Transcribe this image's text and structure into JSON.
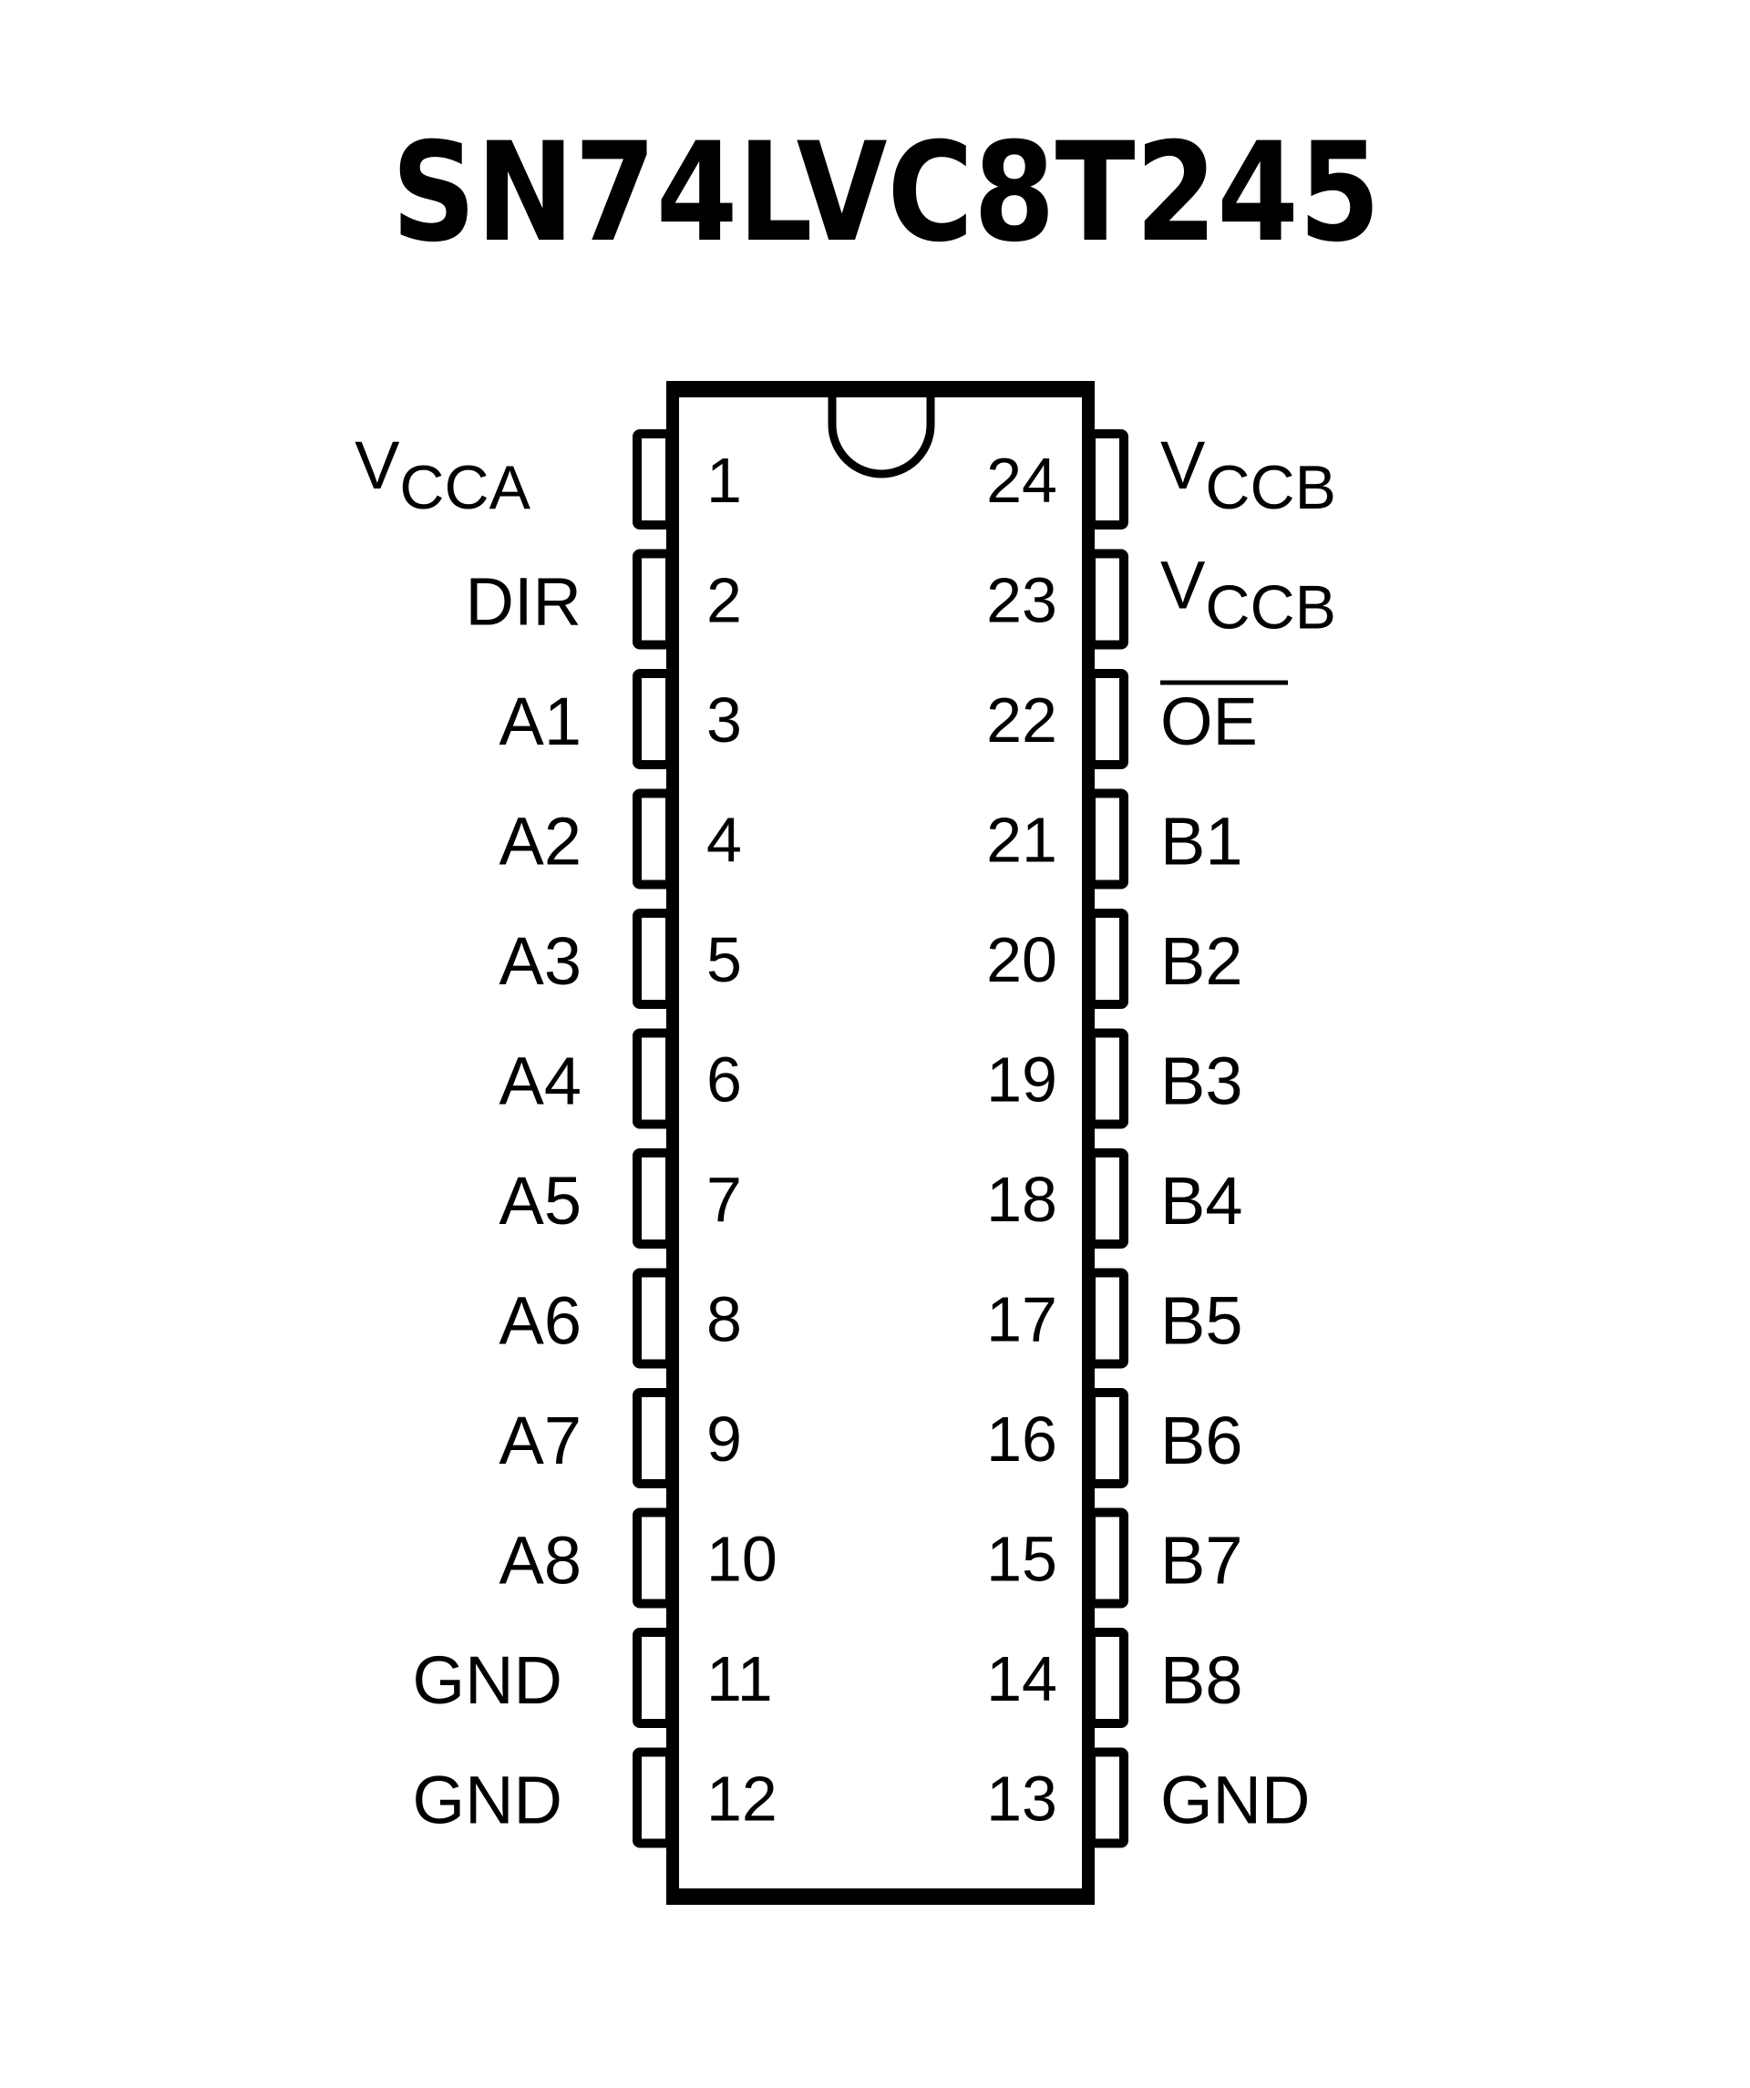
{
  "title": "SN74LVC8T245",
  "left_pins": [
    {
      "number": "1",
      "name_main": "V",
      "name_sub": "CCA"
    },
    {
      "number": "2",
      "name_main": "DIR",
      "name_sub": ""
    },
    {
      "number": "3",
      "name_main": "A1",
      "name_sub": ""
    },
    {
      "number": "4",
      "name_main": "A2",
      "name_sub": ""
    },
    {
      "number": "5",
      "name_main": "A3",
      "name_sub": ""
    },
    {
      "number": "6",
      "name_main": "A4",
      "name_sub": ""
    },
    {
      "number": "7",
      "name_main": "A5",
      "name_sub": ""
    },
    {
      "number": "8",
      "name_main": "A6",
      "name_sub": ""
    },
    {
      "number": "9",
      "name_main": "A7",
      "name_sub": ""
    },
    {
      "number": "10",
      "name_main": "A8",
      "name_sub": ""
    },
    {
      "number": "11",
      "name_main": "GND",
      "name_sub": ""
    },
    {
      "number": "12",
      "name_main": "GND",
      "name_sub": ""
    }
  ],
  "right_pins": [
    {
      "number": "24",
      "name_main": "V",
      "name_sub": "CCB"
    },
    {
      "number": "23",
      "name_main": "V",
      "name_sub": "CCB"
    },
    {
      "number": "22",
      "name_main": "OE",
      "name_sub": "",
      "overline": true
    },
    {
      "number": "21",
      "name_main": "B1",
      "name_sub": ""
    },
    {
      "number": "20",
      "name_main": "B2",
      "name_sub": ""
    },
    {
      "number": "19",
      "name_main": "B3",
      "name_sub": ""
    },
    {
      "number": "18",
      "name_main": "B4",
      "name_sub": ""
    },
    {
      "number": "17",
      "name_main": "B5",
      "name_sub": ""
    },
    {
      "number": "16",
      "name_main": "B6",
      "name_sub": ""
    },
    {
      "number": "15",
      "name_main": "B7",
      "name_sub": ""
    },
    {
      "number": "14",
      "name_main": "B8",
      "name_sub": ""
    },
    {
      "number": "13",
      "name_main": "GND",
      "name_sub": ""
    }
  ]
}
